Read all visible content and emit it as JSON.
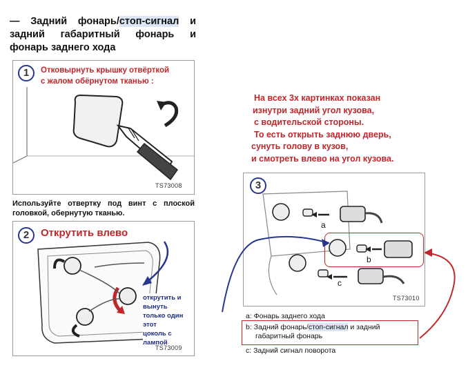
{
  "section_title": {
    "prefix": "— Задний фонарь/",
    "highlight": "стоп-сигнал",
    "rest": " и задний габаритный фонарь и фонарь заднего хода"
  },
  "panel1": {
    "number": "1",
    "note_line1": "Отковырнуть крышку отвёрткой",
    "note_line2": "с жалом обёрнутом тканью :",
    "code": "TS73008"
  },
  "instruction": "Используйте отвертку под винт с плоской головкой, обернутую тканью.",
  "panel2": {
    "number": "2",
    "note": "Открутить влево",
    "code": "TS73009",
    "side_note_line1": "открутить и вынуть",
    "side_note_line2": "только один этот",
    "side_note_line3": "цоколь с лампой"
  },
  "right_note": {
    "line1": "На всех 3х картинках показан",
    "line2": "изнутри задний угол кузова,",
    "line3": "с водительской стороны.",
    "line4": "То есть открыть заднюю дверь,",
    "line5": "сунуть голову в кузов,",
    "line6": "и смотреть влево на угол кузова."
  },
  "panel3": {
    "number": "3",
    "code": "TS73010",
    "label_a": "a",
    "label_b": "b",
    "label_c": "c"
  },
  "legend": {
    "a": "a: Фонарь заднего хода",
    "b_prefix": "b: Задний фонарь/",
    "b_highlight": "стоп-сигнал",
    "b_rest": " и задний",
    "b_line2": "габаритный фонарь",
    "c": "c: Задний сигнал поворота"
  },
  "colors": {
    "note_red": "#c0262a",
    "note_navy": "#1d2e86",
    "highlight_bg": "#dce6f5"
  }
}
